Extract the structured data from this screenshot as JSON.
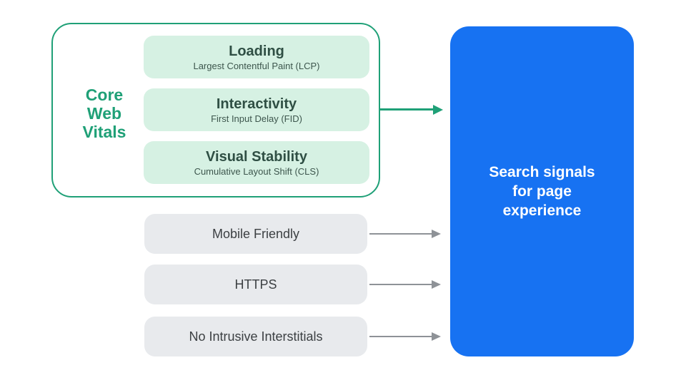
{
  "core_web_vitals": {
    "label": "Core Web Vitals",
    "items": [
      {
        "title": "Loading",
        "subtitle": "Largest Contentful Paint (LCP)"
      },
      {
        "title": "Interactivity",
        "subtitle": "First Input Delay (FID)"
      },
      {
        "title": "Visual Stability",
        "subtitle": "Cumulative Layout Shift (CLS)"
      }
    ]
  },
  "other_signals": [
    {
      "label": "Mobile Friendly"
    },
    {
      "label": "HTTPS"
    },
    {
      "label": "No Intrusive Interstitials"
    }
  ],
  "result_box": {
    "label": "Search signals for page experience"
  },
  "colors": {
    "green": "#1FA077",
    "mint_box": "#D6F1E3",
    "vital_text": "#2F4F44",
    "gray_box": "#E8EAED",
    "gray_text": "#3C4043",
    "arrow_gray": "#8E9297",
    "blue_box": "#1772F2",
    "result_text": "#FFFFFF",
    "background": "#FFFFFF"
  }
}
